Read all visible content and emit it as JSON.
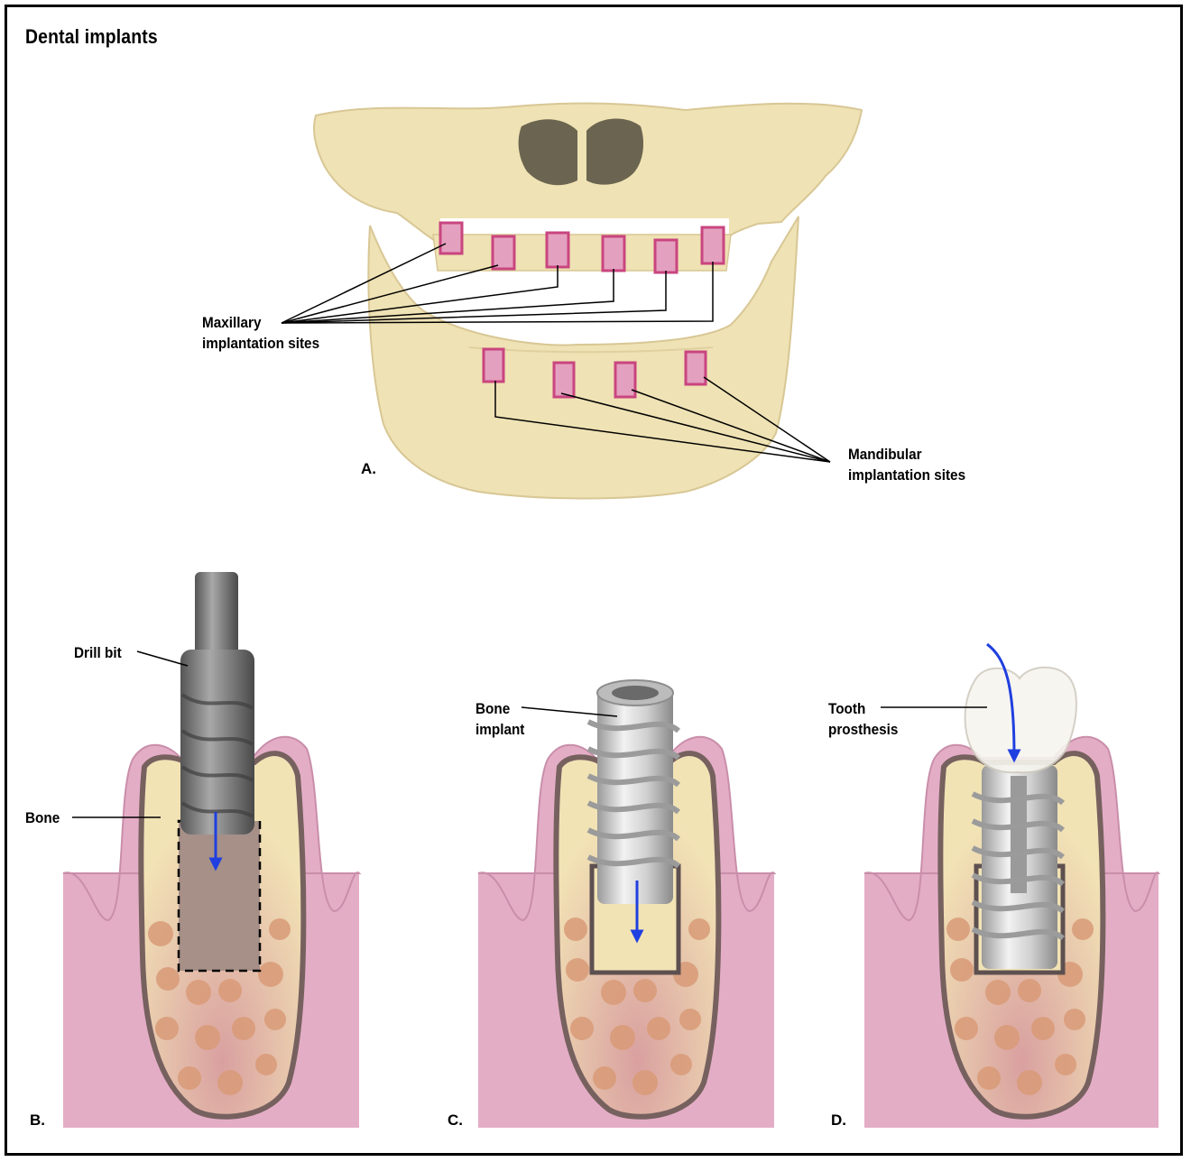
{
  "title": "Dental implants",
  "panels": {
    "a": "A.",
    "b": "B.",
    "c": "C.",
    "d": "D."
  },
  "labels": {
    "maxillary": [
      "Maxillary",
      "implantation sites"
    ],
    "mandibular": [
      "Mandibular",
      "implantation sites"
    ],
    "drill_bit": "Drill bit",
    "bone": "Bone",
    "bone_implant": [
      "Bone",
      "implant"
    ],
    "tooth_prosthesis": [
      "Tooth",
      "prosthesis"
    ]
  },
  "colors": {
    "bone": "#f2e3b5",
    "gum": "#e4adc6",
    "implant_site": "#c9457f",
    "arrow": "#1f3fe0",
    "nasal_cavity": "#6b6450",
    "drill": "#6f6f6f"
  }
}
